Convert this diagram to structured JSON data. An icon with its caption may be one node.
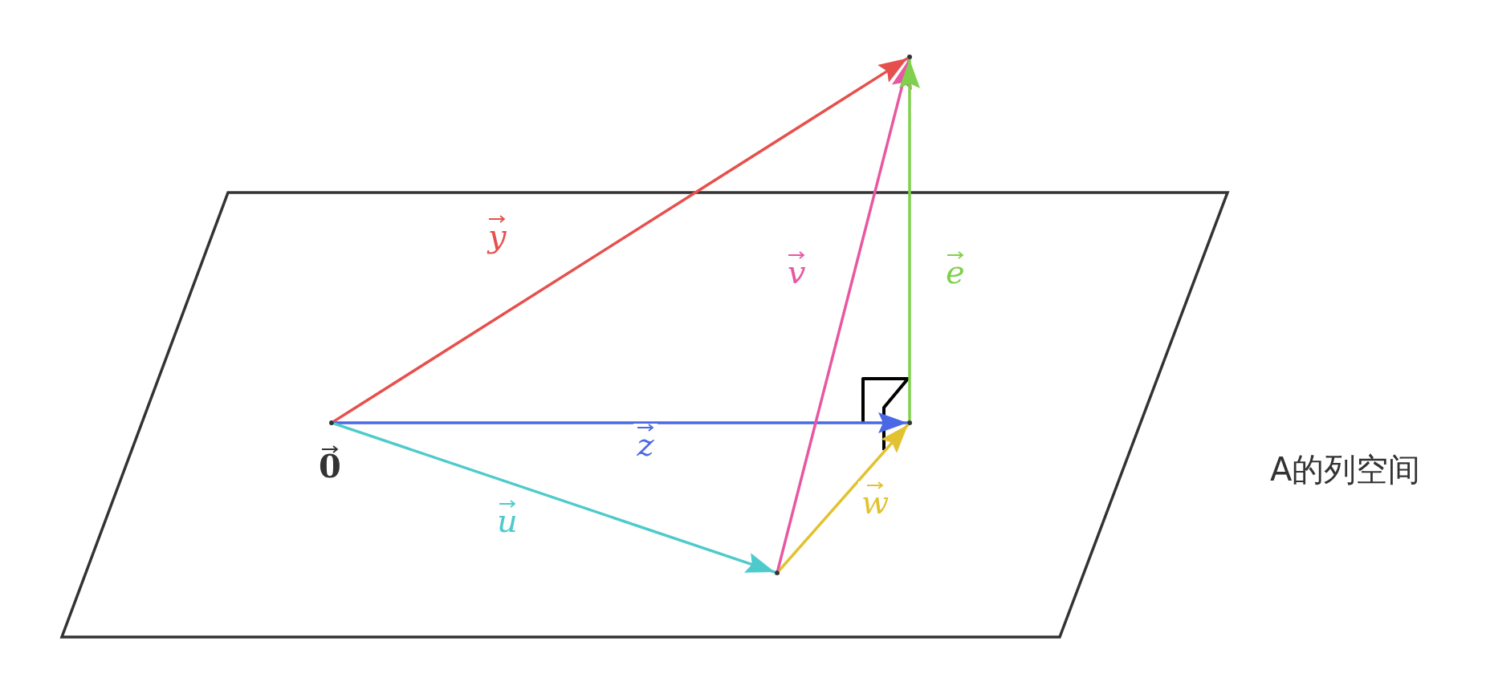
{
  "diagram": {
    "nodes": [
      {
        "text": [
          "A的列空间"
        ]
      },
      {
        "text": [],
        "shape": "point",
        "in": 0,
        "beside": [
          "0"
        ]
      },
      {
        "text": [],
        "shape": "point",
        "in": 0
      },
      {
        "text": [],
        "shape": "point",
        "in": 0
      },
      {
        "text": [],
        "shape": "point"
      }
    ],
    "edges": [
      {
        "from": 1,
        "to": 4,
        "arrow": "to",
        "label": "y",
        "color": "#e6504c"
      },
      {
        "from": 1,
        "to": 2,
        "arrow": "to",
        "label": "z",
        "color": "#4a68e6"
      },
      {
        "from": 1,
        "to": 3,
        "arrow": "to",
        "label": "u",
        "color": "#4fcacc"
      },
      {
        "from": 3,
        "to": 2,
        "arrow": "to",
        "label": "w",
        "color": "#e2c230"
      },
      {
        "from": 3,
        "to": 4,
        "arrow": "to",
        "label": "v",
        "color": "#e857a0"
      },
      {
        "from": 2,
        "to": 4,
        "arrow": "to",
        "label": "e",
        "color": "#7fd04c"
      }
    ]
  }
}
